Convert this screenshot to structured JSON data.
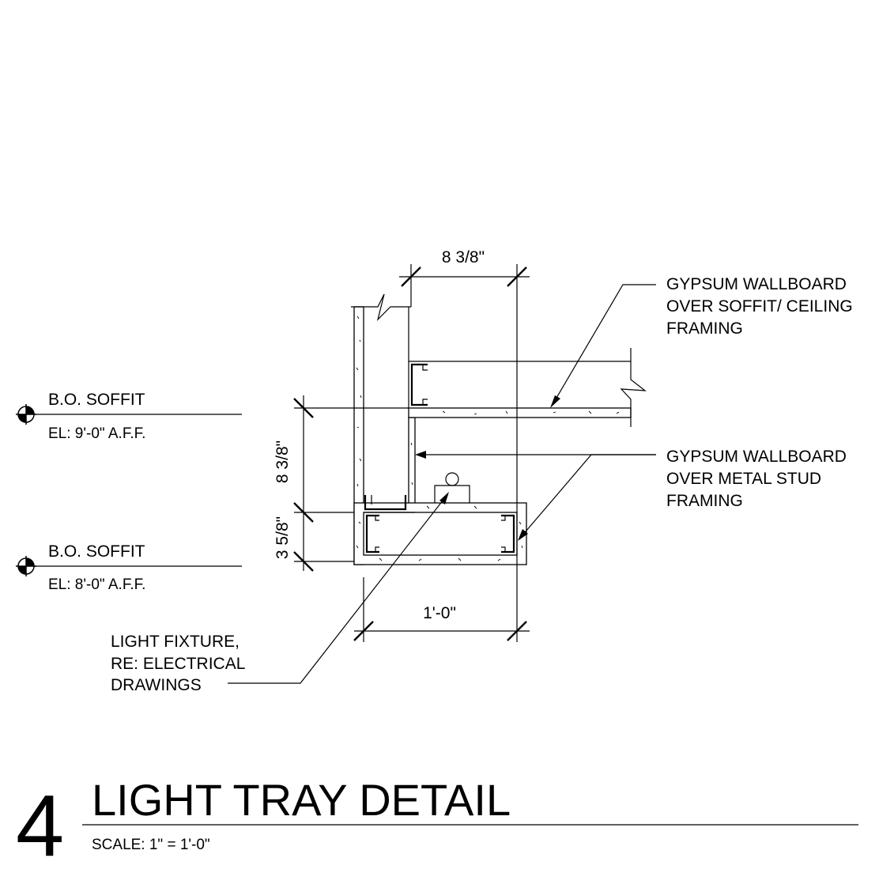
{
  "dimensions": {
    "top": "8 3/8\"",
    "upper_height": "8 3/8\"",
    "lower_height": "3 5/8\"",
    "bottom": "1'-0\""
  },
  "levels": [
    {
      "name": "B.O. SOFFIT",
      "elevation": "EL: 9'-0\" A.F.F."
    },
    {
      "name": "B.O. SOFFIT",
      "elevation": "EL: 8'-0\" A.F.F."
    }
  ],
  "notes": {
    "gwb_soffit": [
      "GYPSUM WALLBOARD",
      "OVER SOFFIT/ CEILING",
      "FRAMING"
    ],
    "gwb_stud": [
      "GYPSUM WALLBOARD",
      "OVER METAL STUD",
      "FRAMING"
    ],
    "light_fixture": [
      "LIGHT FIXTURE,",
      "RE: ELECTRICAL",
      "DRAWINGS"
    ]
  },
  "title": {
    "number": "4",
    "name": "LIGHT TRAY DETAIL",
    "scale": "SCALE:  1\" = 1'-0\""
  }
}
